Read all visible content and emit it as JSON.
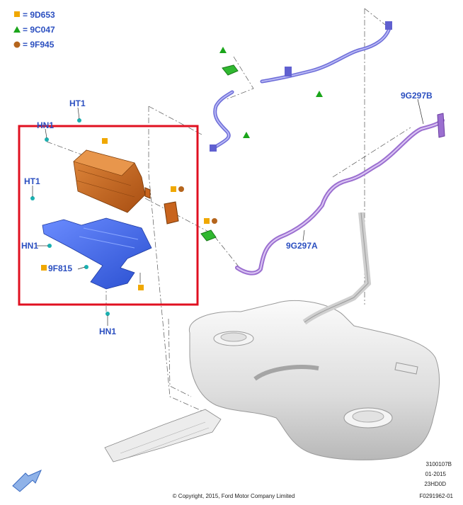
{
  "colors": {
    "label_blue": "#2b4fc0",
    "highlight_red": "#e01020",
    "orange_square": "#f0a800",
    "green_triangle": "#1aa51a",
    "brown_circle": "#b5651d",
    "canister_orange": "#c8641e",
    "bracket_blue": "#3a62e0",
    "tube_purple": "#9b6fd0",
    "tube_violet": "#8080e0",
    "tank_grey": "#d9d9d9",
    "fastener_teal": "#1ab0b0"
  },
  "legend": [
    {
      "symbol": "square-icon",
      "text": "= 9D653"
    },
    {
      "symbol": "triangle-icon",
      "text": "= 9C047"
    },
    {
      "symbol": "circle-icon",
      "text": "= 9F945"
    }
  ],
  "callouts": {
    "ht1_top": "HT1",
    "hn1_top": "HN1",
    "ht1_left": "HT1",
    "hn1_left": "HN1",
    "f815": "9F815",
    "hn1_bottom": "HN1",
    "g297b": "9G297B",
    "g297a": "9G297A"
  },
  "footer": {
    "code1": "3100107B",
    "code2": "01-2015",
    "code3": "23HD0D",
    "code4": "F0291962-01",
    "copyright": "© Copyright, 2015, Ford Motor Company Limited"
  }
}
